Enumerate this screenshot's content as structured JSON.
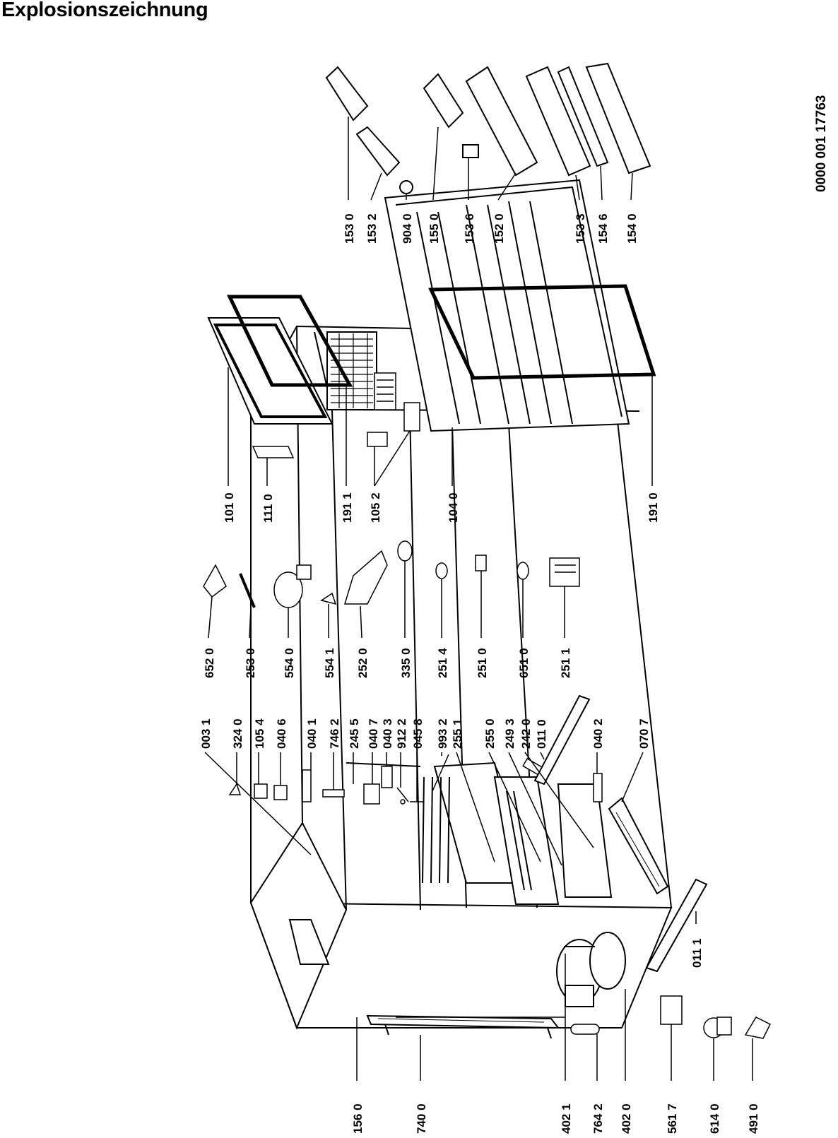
{
  "header": {
    "title": "Explosionszeichnung"
  },
  "doc_number": "0000  001 17763",
  "parts_group_1": [
    "003 1",
    "324 0",
    "105 4",
    "040 6",
    "040 1",
    "746 2",
    "245 5",
    "040 7",
    "040 3",
    "912 2",
    "045 8",
    "993 2",
    "255 1",
    "255 0",
    "249 3",
    "242 0",
    "011 0",
    "040 2",
    "070 7"
  ],
  "parts_group_2": [
    "652 0",
    "253 0",
    "554 0",
    "554 1",
    "252 0",
    "335 0",
    "251 4",
    "251 0",
    "651 0",
    "251 1"
  ],
  "parts_group_3": [
    "101 0",
    "111 0",
    "191 1",
    "105 2",
    "104 0",
    "191 0"
  ],
  "parts_group_4": [
    "153 0",
    "153 2",
    "904 0",
    "155 0",
    "153 6",
    "152 0",
    "153 3",
    "154 6",
    "154 0"
  ],
  "parts_bottom": [
    "156 0",
    "740 0",
    "402 1",
    "764 2",
    "402 0",
    "561 7",
    "614 0",
    "491 0"
  ],
  "parts_side": [
    "011 1"
  ]
}
